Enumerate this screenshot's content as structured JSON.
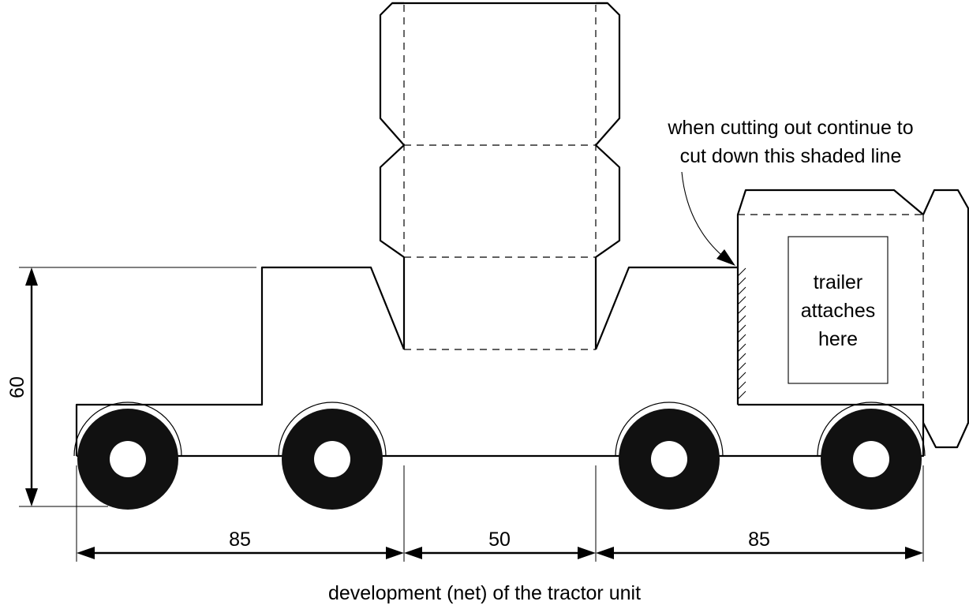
{
  "dimensions": {
    "height_label": "60",
    "left_width_label": "85",
    "middle_width_label": "50",
    "right_width_label": "85"
  },
  "annotations": {
    "cutting_note_line1": "when cutting out continue to",
    "cutting_note_line2": "cut down this shaded line",
    "trailer_line1": "trailer",
    "trailer_line2": "attaches",
    "trailer_line3": "here"
  },
  "caption": "development (net) of the tractor unit"
}
